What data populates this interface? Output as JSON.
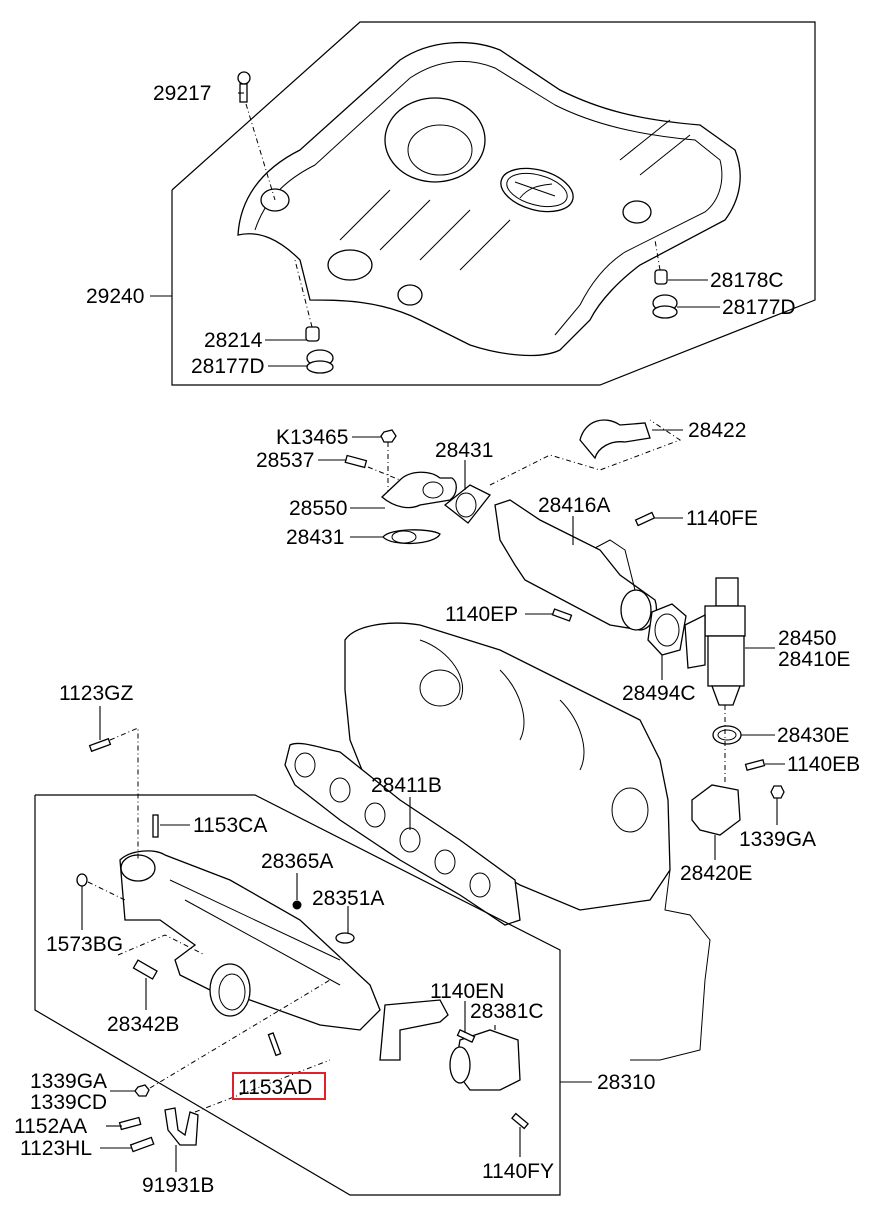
{
  "diagram": {
    "title": "Engine cover / EGR / intake manifold exploded parts diagram",
    "highlight_color": "#e0202a",
    "highlighted_part": "1153AD",
    "groups": {
      "engine_cover": {
        "assembly_label": "29240"
      },
      "intake_manifold": {
        "assembly_label": "28310"
      }
    },
    "labels": {
      "p29217": "29217",
      "p29240": "29240",
      "p28178C": "28178C",
      "p28177D_right": "28177D",
      "p28214": "28214",
      "p28177D_left": "28177D",
      "pK13465": "K13465",
      "p28537": "28537",
      "p28431_top": "28431",
      "p28422": "28422",
      "p28550": "28550",
      "p28416A": "28416A",
      "p1140FE": "1140FE",
      "p28431_bottom": "28431",
      "p1140EP": "1140EP",
      "p28450": "28450",
      "p28410E": "28410E",
      "p28494C": "28494C",
      "p1123GZ": "1123GZ",
      "p28430E": "28430E",
      "p1140EB": "1140EB",
      "p28411B": "28411B",
      "p1153CA": "1153CA",
      "p1339GA_right": "1339GA",
      "p28365A": "28365A",
      "p28420E": "28420E",
      "p28351A": "28351A",
      "p1573BG": "1573BG",
      "p28342B": "28342B",
      "p1140EN": "1140EN",
      "p28381C": "28381C",
      "p28310": "28310",
      "p1339GA_left": "1339GA",
      "p1339CD": "1339CD",
      "p1153AD": "1153AD",
      "p1152AA": "1152AA",
      "p1123HL": "1123HL",
      "p1140FY": "1140FY",
      "p91931B": "91931B"
    }
  }
}
